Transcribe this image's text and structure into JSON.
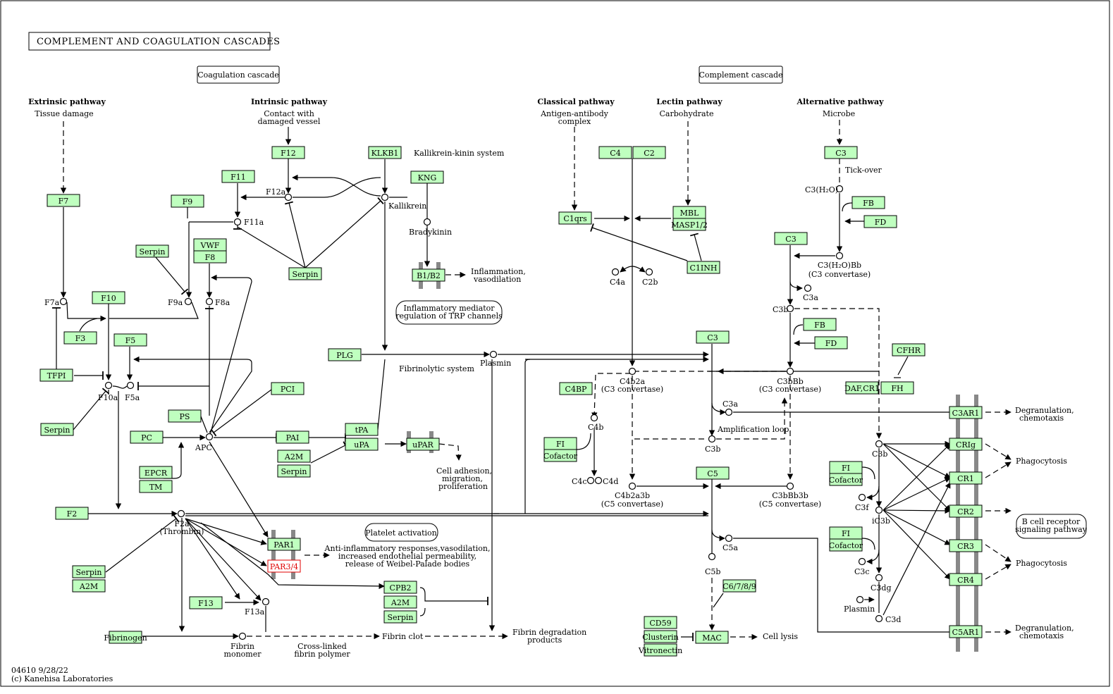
{
  "title": "COMPLEMENT AND COAGULATION CASCADES",
  "sections": {
    "coagulation": "Coagulation cascade",
    "complement": "Complement cascade"
  },
  "pathways": {
    "extrinsic": {
      "name": "Extrinsic pathway",
      "sub": [
        "Tissue damage"
      ]
    },
    "intrinsic": {
      "name": "Intrinsic pathway",
      "sub": [
        "Contact with",
        "damaged vessel"
      ]
    },
    "classical": {
      "name": "Classical pathway",
      "sub": [
        "Antigen-antibody",
        "complex"
      ]
    },
    "lectin": {
      "name": "Lectin pathway",
      "sub": [
        "Carbohydrate"
      ]
    },
    "alternative": {
      "name": "Alternative pathway",
      "sub": [
        "Microbe"
      ]
    }
  },
  "genes": [
    {
      "id": "F7",
      "label": "F7"
    },
    {
      "id": "F12",
      "label": "F12"
    },
    {
      "id": "KLKB1",
      "label": "KLKB1"
    },
    {
      "id": "KNG",
      "label": "KNG"
    },
    {
      "id": "F11",
      "label": "F11"
    },
    {
      "id": "F9",
      "label": "F9"
    },
    {
      "id": "VWF",
      "label": "VWF"
    },
    {
      "id": "F8",
      "label": "F8"
    },
    {
      "id": "Serpin_a",
      "label": "Serpin"
    },
    {
      "id": "Serpin_b",
      "label": "Serpin"
    },
    {
      "id": "B1B2",
      "label": "B1/B2"
    },
    {
      "id": "F10",
      "label": "F10"
    },
    {
      "id": "F3",
      "label": "F3"
    },
    {
      "id": "F5",
      "label": "F5"
    },
    {
      "id": "TFPI",
      "label": "TFPI"
    },
    {
      "id": "Serpin_c",
      "label": "Serpin"
    },
    {
      "id": "PLG",
      "label": "PLG"
    },
    {
      "id": "PCI",
      "label": "PCI"
    },
    {
      "id": "PS",
      "label": "PS"
    },
    {
      "id": "PC",
      "label": "PC"
    },
    {
      "id": "PAI",
      "label": "PAI"
    },
    {
      "id": "tPA",
      "label": "tPA"
    },
    {
      "id": "uPA",
      "label": "uPA"
    },
    {
      "id": "uPAR",
      "label": "uPAR"
    },
    {
      "id": "A2M_a",
      "label": "A2M"
    },
    {
      "id": "Serpin_d",
      "label": "Serpin"
    },
    {
      "id": "EPCR",
      "label": "EPCR"
    },
    {
      "id": "TM",
      "label": "TM"
    },
    {
      "id": "F2",
      "label": "F2"
    },
    {
      "id": "PAR1",
      "label": "PAR1"
    },
    {
      "id": "PAR34",
      "label": "PAR3/4"
    },
    {
      "id": "Serpin_e",
      "label": "Serpin"
    },
    {
      "id": "A2M_b",
      "label": "A2M"
    },
    {
      "id": "CPB2",
      "label": "CPB2"
    },
    {
      "id": "A2M_c",
      "label": "A2M"
    },
    {
      "id": "Serpin_f",
      "label": "Serpin"
    },
    {
      "id": "F13",
      "label": "F13"
    },
    {
      "id": "Fibrinogen",
      "label": "Fibrinogen"
    },
    {
      "id": "C4",
      "label": "C4"
    },
    {
      "id": "C2",
      "label": "C2"
    },
    {
      "id": "C1qrs",
      "label": "C1qrs"
    },
    {
      "id": "MBL",
      "label": "MBL"
    },
    {
      "id": "MASP12",
      "label": "MASP1/2"
    },
    {
      "id": "C1INH",
      "label": "C1INH"
    },
    {
      "id": "C3_a",
      "label": "C3"
    },
    {
      "id": "FB_a",
      "label": "FB"
    },
    {
      "id": "FD_a",
      "label": "FD"
    },
    {
      "id": "C3_b",
      "label": "C3"
    },
    {
      "id": "C3_c",
      "label": "C3"
    },
    {
      "id": "FB_b",
      "label": "FB"
    },
    {
      "id": "FD_b",
      "label": "FD"
    },
    {
      "id": "CFHR",
      "label": "CFHR"
    },
    {
      "id": "DAFCR1",
      "label": "DAF,CR1"
    },
    {
      "id": "FH",
      "label": "FH"
    },
    {
      "id": "C4BP",
      "label": "C4BP"
    },
    {
      "id": "FI_a",
      "label": "FI"
    },
    {
      "id": "Cofactor_a",
      "label": "Cofactor"
    },
    {
      "id": "C5",
      "label": "C5"
    },
    {
      "id": "C3AR1",
      "label": "C3AR1"
    },
    {
      "id": "CRIg",
      "label": "CRIg"
    },
    {
      "id": "CR1",
      "label": "CR1"
    },
    {
      "id": "CR2",
      "label": "CR2"
    },
    {
      "id": "CR3",
      "label": "CR3"
    },
    {
      "id": "CR4",
      "label": "CR4"
    },
    {
      "id": "C5AR1",
      "label": "C5AR1"
    },
    {
      "id": "FI_b",
      "label": "FI"
    },
    {
      "id": "Cofactor_b",
      "label": "Cofactor"
    },
    {
      "id": "FI_c",
      "label": "FI"
    },
    {
      "id": "Cofactor_c",
      "label": "Cofactor"
    },
    {
      "id": "C6789",
      "label": "C6/7/8/9"
    },
    {
      "id": "CD59",
      "label": "CD59"
    },
    {
      "id": "Clusterin",
      "label": "Clusterin"
    },
    {
      "id": "Vitronectin",
      "label": "Vitronectin"
    },
    {
      "id": "MAC",
      "label": "MAC"
    }
  ],
  "labels": {
    "kallikrein_kinin": "Kallikrein-kinin system",
    "f12a": "F12a",
    "kallikrein": "Kallikrein",
    "f11a": "F11a",
    "bradykinin": "Bradykinin",
    "inflammation": [
      "Inflammation,",
      "vasodilation"
    ],
    "trp": [
      "Inflammatory mediator",
      "regulation of TRP channels"
    ],
    "f7a": "F7a",
    "f9a": "F9a",
    "f8a": "F8a",
    "f10a": "F10a",
    "f5a": "F5a",
    "plasmin": "Plasmin",
    "fibrinolytic": "Fibrinolytic system",
    "apc": "APC",
    "cell_adhesion": [
      "Cell adhesion,",
      "migration,",
      "proliferation"
    ],
    "f2a": [
      "F2a",
      "(Thrombin)"
    ],
    "platelet": "Platelet activation",
    "anti_inflam": [
      "Anti-inflammatory responses,vasodilation,",
      "increased endothelial permeability,",
      "release of Weibel-Palade bodies"
    ],
    "f13a": "F13a",
    "fibrin_monomer": [
      "Fibrin",
      "monomer"
    ],
    "crosslinked": [
      "Cross-linked",
      "fibrin polymer"
    ],
    "fibrin_clot": "Fibrin clot",
    "fibrin_deg": [
      "Fibrin degradation",
      "products"
    ],
    "c4a": "C4a",
    "c2b": "C2b",
    "tickover": "Tick-over",
    "c3h2o": "C3(H₂O)",
    "c3h2obb": [
      "C3(H₂O)Bb",
      "(C3 convertase)"
    ],
    "c3a_top": "C3a",
    "c3b_top": "C3b",
    "c4b2a": [
      "C4b2a",
      "(C3 convertase)"
    ],
    "c3bbb": [
      "C3bBb",
      "(C3 convertase)"
    ],
    "c4b": "C4b",
    "c3a_mid": "C3a",
    "amp_loop": "Amplification loop",
    "c3b_mid": "C3b",
    "c4c": "C4c",
    "c4d": "C4d",
    "c4b2a3b": [
      "C4b2a3b",
      "(C5 convertase)"
    ],
    "c3bbb3b": [
      "C3bBb3b",
      "(C5 convertase)"
    ],
    "c5a": "C5a",
    "c5b": "C5b",
    "c3b_r": "C3b",
    "c3f": "C3f",
    "ic3b": "iC3b",
    "c3c": "C3c",
    "c3dg": "C3dg",
    "plasmin_r": "Plasmin",
    "c3d": "C3d",
    "degran1": [
      "Degranulation,",
      "chemotaxis"
    ],
    "phago1": "Phagocytosis",
    "bcell": [
      "B cell receptor",
      "signaling pathway"
    ],
    "phago2": "Phagocytosis",
    "degran2": [
      "Degranulation,",
      "chemotaxis"
    ],
    "cell_lysis": "Cell lysis"
  },
  "footer": {
    "code": "04610 9/28/22",
    "copyright": "(c) Kanehisa Laboratories"
  },
  "colors": {
    "gene_fill": "#bfffbf",
    "highlight": "#e00000",
    "membrane": "#888888"
  }
}
